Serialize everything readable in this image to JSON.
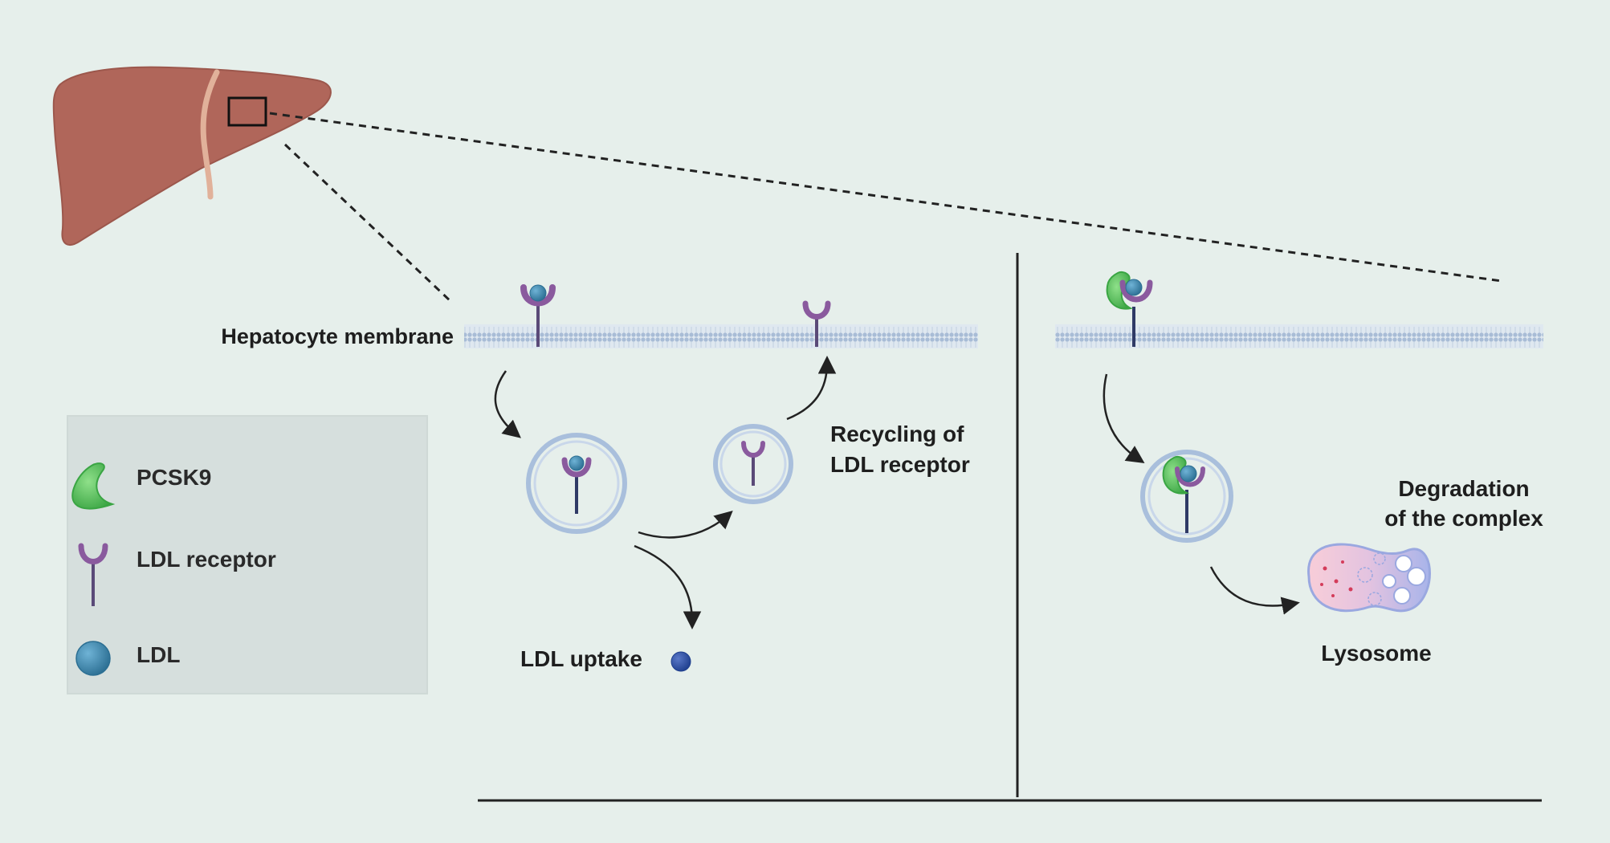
{
  "labels": {
    "membrane": "Hepatocyte membrane",
    "recycling_line1": "Recycling of",
    "recycling_line2": "LDL receptor",
    "ldl_uptake": "LDL uptake",
    "degradation_line1": "Degradation",
    "degradation_line2": "of the complex",
    "lysosome": "Lysosome"
  },
  "legend": {
    "items": [
      {
        "icon": "pcsk9-icon",
        "label": "PCSK9"
      },
      {
        "icon": "ldl-receptor-icon",
        "label": "LDL receptor"
      },
      {
        "icon": "ldl-particle-icon",
        "label": "LDL"
      }
    ]
  },
  "colors": {
    "background": "#e6efeb",
    "liver": "#b0665a",
    "pcsk9": "#5cc05a",
    "receptor": "#8a5a9e",
    "ldl": "#3f83a8",
    "membrane": "#b8c8dc",
    "vesicle": "#a9bfdc",
    "lysosome_left": "#f6c7d3",
    "lysosome_right": "#aab6ea"
  }
}
